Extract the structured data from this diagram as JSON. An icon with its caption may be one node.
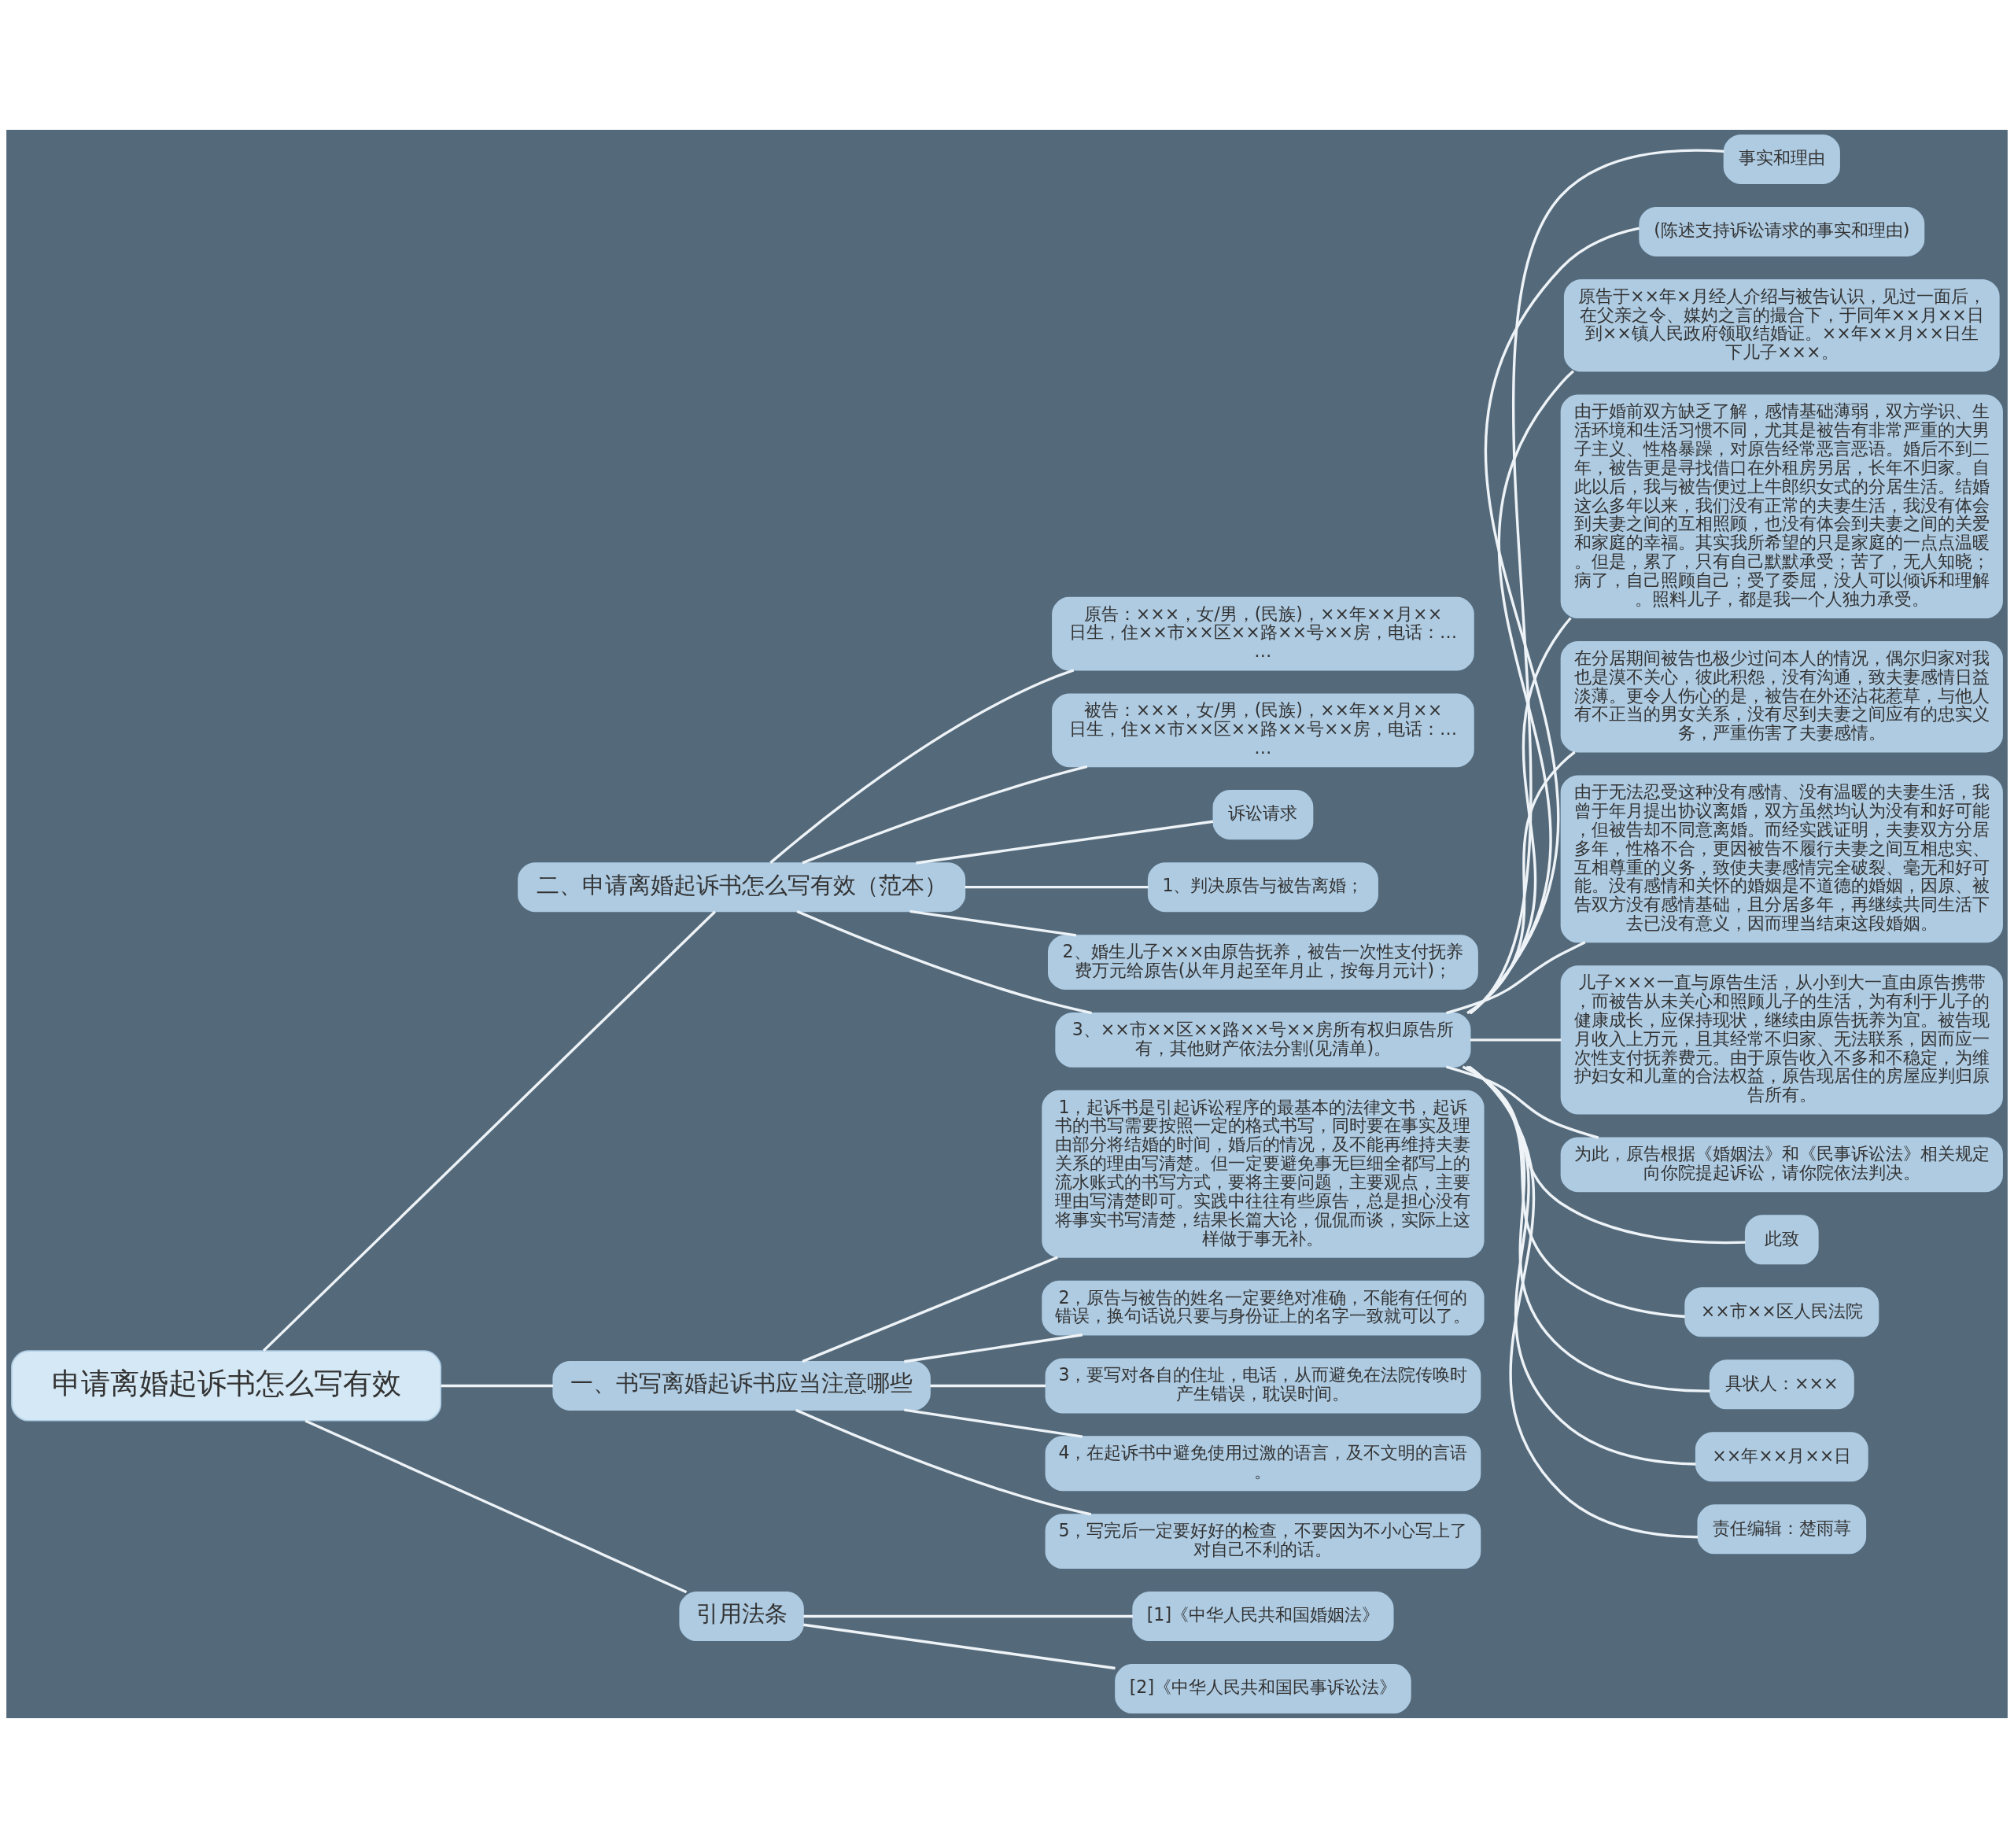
{
  "diagram": {
    "nodes": [
      {
        "text": [
          "申请离婚起诉书怎么写有效"
        ]
      },
      {
        "text": [
          "二、申请离婚起诉书怎么写有效（范本）"
        ]
      },
      {
        "text": [
          "原告：×××，女/男，(民族)，××年××月××日生，住××市××区××路××号××房，电话：……"
        ]
      },
      {
        "text": [
          "被告：×××，女/男，(民族)，××年××月××日生，住××市××区××路××号××房，电话：……"
        ]
      },
      {
        "text": [
          "诉讼请求"
        ]
      },
      {
        "text": [
          "1、判决原告与被告离婚；"
        ]
      },
      {
        "text": [
          "2、婚生儿子×××由原告抚养，被告一次性支付抚养费万元给原告(从年月起至年月止，按每月元计)；"
        ]
      },
      {
        "text": [
          "3、××市××区××路××号××房所有权归原告所有，其他财产依法分割(见清单)。"
        ]
      },
      {
        "text": [
          "事实和理由"
        ]
      },
      {
        "text": [
          "(陈述支持诉讼请求的事实和理由)"
        ]
      },
      {
        "text": [
          "原告于××年×月经人介绍与被告认识，见过一面后，在父亲之令、媒妁之言的撮合下，于同年××月××日到××镇人民政府领取结婚证。××年××月××日生下儿子×××。"
        ]
      },
      {
        "text": [
          "由于婚前双方缺乏了解，感情基础薄弱，双方学识、生活环境和生活习惯不同，尤其是被告有非常严重的大男子主义、性格暴躁，对原告经常恶言恶语。婚后不到二年，被告更是寻找借口在外租房另居，长年不归家。自此以后，我与被告便过上牛郎织女式的分居生活。结婚这么多年以来，我们没有正常的夫妻生活，我没有体会到夫妻之间的互相照顾，也没有体会到夫妻之间的关爱和家庭的幸福。其实我所希望的只是家庭的一点点温暖。但是，累了，只有自己默默承受；苦了，无人知晓；病了，自己照顾自己；受了委屈，没人可以倾诉和理解。照料儿子，都是我一个人独力承受。"
        ]
      },
      {
        "text": [
          "在分居期间被告也极少过问本人的情况，偶尔归家对我也是漠不关心，彼此积怨，没有沟通，致夫妻感情日益淡薄。更令人伤心的是，被告在外还沾花惹草，与他人有不正当的男女关系，没有尽到夫妻之间应有的忠实义务，严重伤害了夫妻感情。"
        ]
      },
      {
        "text": [
          "由于无法忍受这种没有感情、没有温暖的夫妻生活，我曾于年月提出协议离婚，双方虽然均认为没有和好可能，但被告却不同意离婚。而经实践证明，夫妻双方分居多年，性格不合，更因被告不履行夫妻之间互相忠实、互相尊重的义务，致使夫妻感情完全破裂、毫无和好可能。没有感情和关怀的婚姻是不道德的婚姻，因原、被告双方没有感情基础，且分居多年，再继续共同生活下去已没有意义，因而理当结束这段婚姻。"
        ]
      },
      {
        "text": [
          "儿子×××一直与原告生活，从小到大一直由原告携带，而被告从未关心和照顾儿子的生活，为有利于儿子的健康成长，应保持现状，继续由原告抚养为宜。被告现月收入上万元，且其经常不归家、无法联系，因而应一次性支付抚养费元。由于原告收入不多和不稳定，为维护妇女和儿童的合法权益，原告现居住的房屋应判归原告所有。"
        ]
      },
      {
        "text": [
          "为此，原告根据《婚姻法》和《民事诉讼法》相关规定向你院提起诉讼，请你院依法判决。"
        ]
      },
      {
        "text": [
          "此致"
        ]
      },
      {
        "text": [
          "××市××区人民法院"
        ]
      },
      {
        "text": [
          "具状人：×××"
        ]
      },
      {
        "text": [
          "××年××月××日"
        ]
      },
      {
        "text": [
          "责任编辑：楚雨荨"
        ]
      },
      {
        "text": [
          "一、书写离婚起诉书应当注意哪些"
        ]
      },
      {
        "text": [
          "1，起诉书是引起诉讼程序的最基本的法律文书，起诉书的书写需要按照一定的格式书写，同时要在事实及理由部分将结婚的时间，婚后的情况，及不能再维持夫妻关系的理由写清楚。但一定要避免事无巨细全都写上的流水账式的书写方式，要将主要问题，主要观点，主要理由写清楚即可。实践中往往有些原告，总是担心没有将事实书写清楚，结果长篇大论，侃侃而谈，实际上这样做于事无补。"
        ]
      },
      {
        "text": [
          "2，原告与被告的姓名一定要绝对准确，不能有任何的错误，换句话说只要与身份证上的名字一致就可以了。"
        ]
      },
      {
        "text": [
          "3，要写对各自的住址，电话，从而避免在法院传唤时产生错误，耽误时间。"
        ]
      },
      {
        "text": [
          "4，在起诉书中避免使用过激的语言，及不文明的言语。"
        ]
      },
      {
        "text": [
          "5，写完后一定要好好的检查，不要因为不小心写上了对自己不利的话。"
        ]
      },
      {
        "text": [
          "引用法条"
        ]
      },
      {
        "text": [
          "[1]《中华人民共和国婚姻法》"
        ]
      },
      {
        "text": [
          "[2]《中华人民共和国民事诉讼法》"
        ]
      }
    ],
    "edges": [
      {
        "from": 0,
        "to": 1,
        "arrow": "none"
      },
      {
        "from": 1,
        "to": 2,
        "arrow": "none"
      },
      {
        "from": 1,
        "to": 3,
        "arrow": "none"
      },
      {
        "from": 1,
        "to": 4,
        "arrow": "none"
      },
      {
        "from": 1,
        "to": 5,
        "arrow": "none"
      },
      {
        "from": 1,
        "to": 6,
        "arrow": "none"
      },
      {
        "from": 1,
        "to": 7,
        "arrow": "none"
      },
      {
        "from": 7,
        "to": 8,
        "arrow": "none"
      },
      {
        "from": 7,
        "to": 9,
        "arrow": "none"
      },
      {
        "from": 7,
        "to": 10,
        "arrow": "none"
      },
      {
        "from": 7,
        "to": 11,
        "arrow": "none"
      },
      {
        "from": 7,
        "to": 12,
        "arrow": "none"
      },
      {
        "from": 7,
        "to": 13,
        "arrow": "none"
      },
      {
        "from": 7,
        "to": 14,
        "arrow": "none"
      },
      {
        "from": 7,
        "to": 15,
        "arrow": "none"
      },
      {
        "from": 7,
        "to": 16,
        "arrow": "none"
      },
      {
        "from": 7,
        "to": 17,
        "arrow": "none"
      },
      {
        "from": 7,
        "to": 18,
        "arrow": "none"
      },
      {
        "from": 7,
        "to": 19,
        "arrow": "none"
      },
      {
        "from": 7,
        "to": 20,
        "arrow": "none"
      },
      {
        "from": 0,
        "to": 21,
        "arrow": "none"
      },
      {
        "from": 21,
        "to": 22,
        "arrow": "none"
      },
      {
        "from": 21,
        "to": 23,
        "arrow": "none"
      },
      {
        "from": 21,
        "to": 24,
        "arrow": "none"
      },
      {
        "from": 21,
        "to": 25,
        "arrow": "none"
      },
      {
        "from": 21,
        "to": 26,
        "arrow": "none"
      },
      {
        "from": 0,
        "to": 27,
        "arrow": "none"
      },
      {
        "from": 27,
        "to": 28,
        "arrow": "none"
      },
      {
        "from": 27,
        "to": 29,
        "arrow": "none"
      }
    ]
  }
}
